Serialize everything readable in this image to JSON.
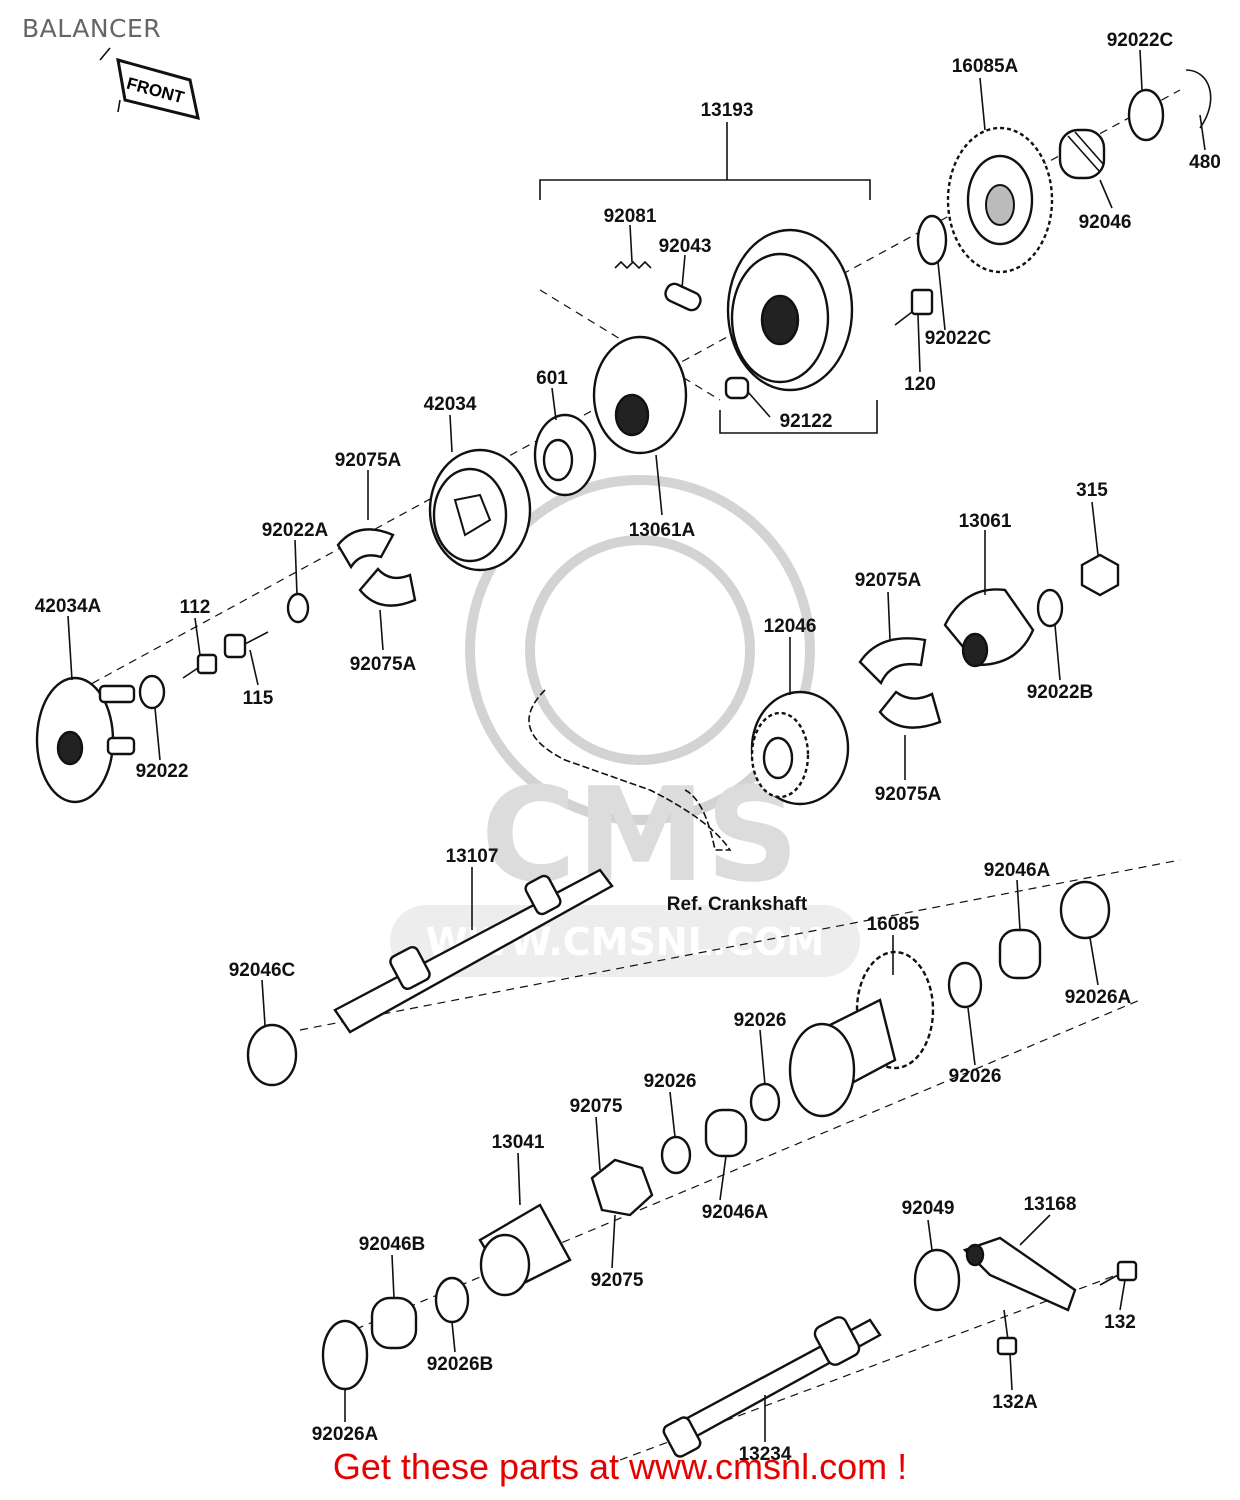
{
  "title": "BALANCER",
  "front_tag": "FRONT",
  "footer": "Get these parts at www.cmsnl.com !",
  "watermark": {
    "logo": "CMS",
    "url": "WWW.CMSNL.COM"
  },
  "ref_note": "Ref. Crankshaft",
  "labels": {
    "p13193": "13193",
    "p16085A": "16085A",
    "p92022C_top": "92022C",
    "p480": "480",
    "p92046": "92046",
    "p92081": "92081",
    "p92043": "92043",
    "p92022C_mid": "92022C",
    "p120": "120",
    "p92122": "92122",
    "p601": "601",
    "p42034": "42034",
    "p13061A": "13061A",
    "p92075A_1": "92075A",
    "p92022A": "92022A",
    "p92075A_2": "92075A",
    "p42034A": "42034A",
    "p112": "112",
    "p115": "115",
    "p92022": "92022",
    "p315": "315",
    "p13061": "13061",
    "p92075A_3": "92075A",
    "p12046": "12046",
    "p92022B": "92022B",
    "p92075A_4": "92075A",
    "p13107": "13107",
    "p92046A_1": "92046A",
    "p16085": "16085",
    "p92046C": "92046C",
    "p92026A_1": "92026A",
    "p92026_1": "92026",
    "p92026_2": "92026",
    "p92026_3": "92026",
    "p92075_1": "92075",
    "p13041": "13041",
    "p92046A_2": "92046A",
    "p92075_2": "92075",
    "p92049": "92049",
    "p13168": "13168",
    "p92046B": "92046B",
    "p92026B": "92026B",
    "p132": "132",
    "p132A": "132A",
    "p92026A_2": "92026A",
    "p13234": "13234"
  }
}
